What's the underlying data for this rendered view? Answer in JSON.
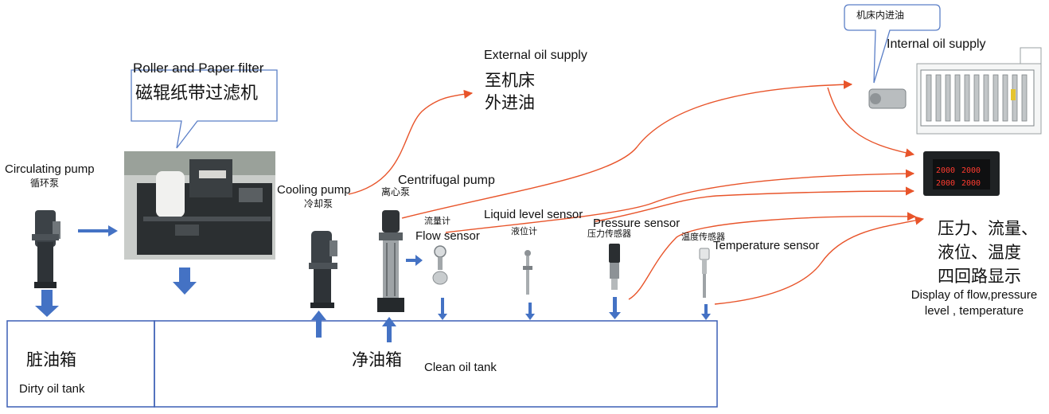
{
  "colors": {
    "flow_line": "#e8542a",
    "tank_border": "#3b5fb5",
    "arrow": "#4472c4",
    "callout_border": "#5b7fc7"
  },
  "filter": {
    "title_en": "Roller and Paper filter",
    "title_cn": "磁辊纸带过滤机"
  },
  "circulating_pump": {
    "en": "Circulating pump",
    "cn": "循环泵"
  },
  "cooling_pump": {
    "en": "Cooling pump",
    "cn": "冷却泵"
  },
  "centrifugal_pump": {
    "en": "Centrifugal pump",
    "cn": "离心泵"
  },
  "flow_sensor": {
    "cn": "流量计",
    "en": "Flow sensor"
  },
  "level_sensor": {
    "en": "Liquid level sensor",
    "cn": "液位计"
  },
  "pressure_sensor": {
    "en": "Pressure sensor",
    "cn": "压力传感器"
  },
  "temp_sensor": {
    "cn": "温度传感器",
    "en": "Temperature sensor"
  },
  "external_supply": {
    "en": "External oil supply",
    "cn_line1": "至机床",
    "cn_line2": "外进油"
  },
  "internal_supply": {
    "callout_cn": "机床内进油",
    "en": "Internal oil supply"
  },
  "display": {
    "cn_line1": "压力、流量、",
    "cn_line2": "液位、温度",
    "cn_line3": "四回路显示",
    "en_line1": "Display of flow,pressure",
    "en_line2": "level , temperature",
    "readout": "2000"
  },
  "dirty_tank": {
    "cn": "脏油箱",
    "en": "Dirty oil tank"
  },
  "clean_tank": {
    "cn": "净油箱",
    "en": "Clean oil tank"
  }
}
